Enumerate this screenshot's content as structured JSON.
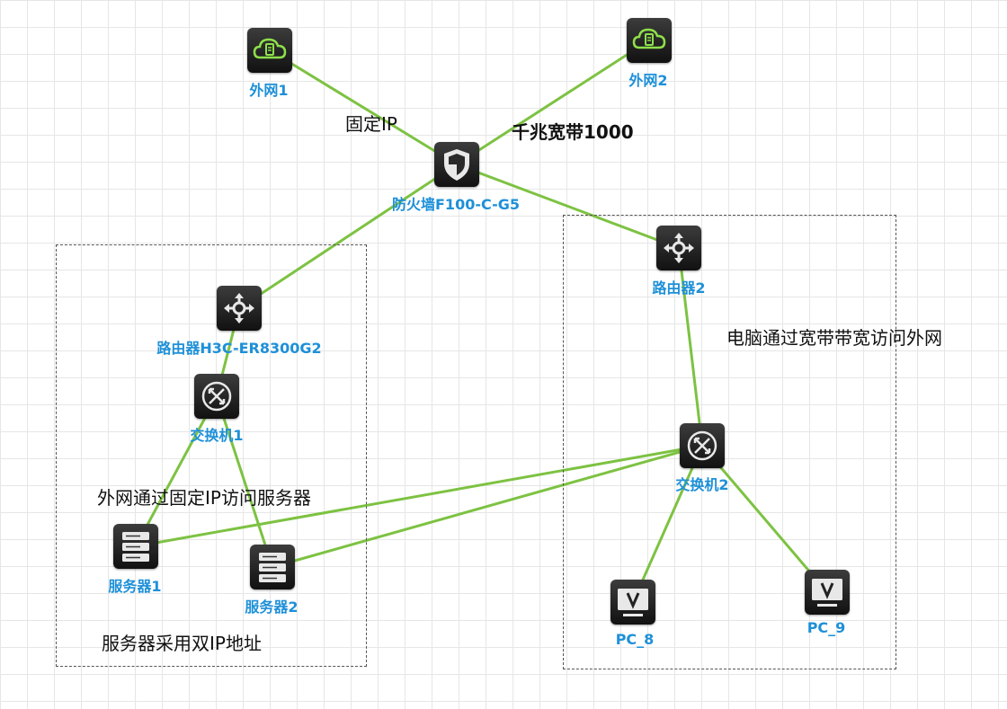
{
  "nodes": {
    "wan1": {
      "label": "外网1",
      "icon": "cloud-server-icon"
    },
    "wan2": {
      "label": "外网2",
      "icon": "cloud-server-icon"
    },
    "firewall": {
      "label": "防火墙F100-C-G5",
      "icon": "firewall-shield-icon"
    },
    "router1": {
      "label": "路由器H3C-ER8300G2",
      "icon": "router-icon"
    },
    "router2": {
      "label": "路由器2",
      "icon": "router-icon"
    },
    "switch1": {
      "label": "交换机1",
      "icon": "switch-icon"
    },
    "switch2": {
      "label": "交换机2",
      "icon": "switch-icon"
    },
    "server1": {
      "label": "服务器1",
      "icon": "server-icon"
    },
    "server2": {
      "label": "服务器2",
      "icon": "server-icon"
    },
    "pc8": {
      "label": "PC_8",
      "icon": "monitor-icon"
    },
    "pc9": {
      "label": "PC_9",
      "icon": "monitor-icon"
    }
  },
  "annotations": {
    "fixed_ip": "固定IP",
    "gigabit": "千兆宽带1000",
    "pc_access": "电脑通过宽带带宽访问外网",
    "wan_to_server": "外网通过固定IP访问服务器",
    "dual_ip": "服务器采用双IP地址"
  },
  "links": [
    [
      "wan1",
      "firewall"
    ],
    [
      "wan2",
      "firewall"
    ],
    [
      "firewall",
      "router1"
    ],
    [
      "firewall",
      "router2"
    ],
    [
      "router1",
      "switch1"
    ],
    [
      "switch1",
      "server1"
    ],
    [
      "switch1",
      "server2"
    ],
    [
      "router2",
      "switch2"
    ],
    [
      "switch2",
      "server1"
    ],
    [
      "switch2",
      "server2"
    ],
    [
      "switch2",
      "pc8"
    ],
    [
      "switch2",
      "pc9"
    ]
  ],
  "colors": {
    "link": "#7dc242",
    "label": "#1e90d8",
    "icon_bg": "#1b1b1b",
    "cloud_accent": "#8ee04a"
  }
}
